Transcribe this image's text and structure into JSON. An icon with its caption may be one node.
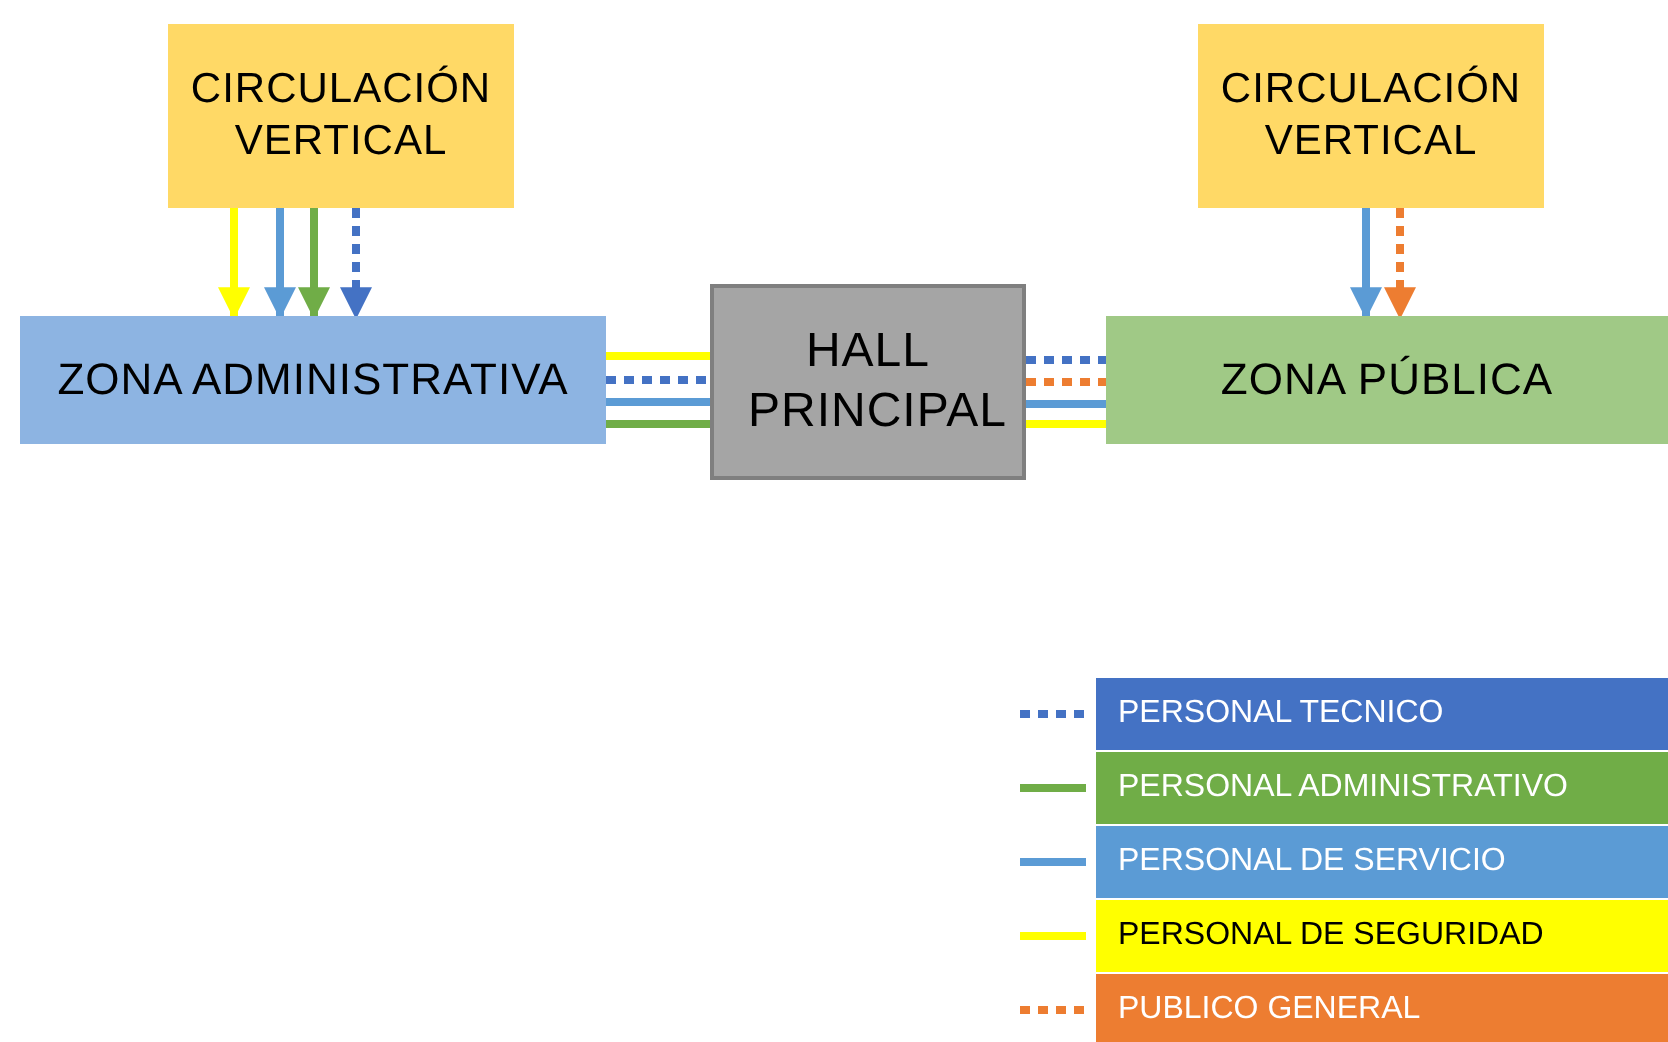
{
  "diagram": {
    "nodes": [
      {
        "text": [
          "CIRCULACIÓN VERTICAL"
        ]
      },
      {
        "text": [
          "ZONA ADMINISTRATIVA"
        ]
      },
      {
        "text": [
          "HALL PRINCIPAL"
        ]
      },
      {
        "text": [
          "CIRCULACIÓN VERTICAL"
        ]
      },
      {
        "text": [
          "ZONA PÚBLICA"
        ]
      }
    ],
    "edges": [
      {
        "from": 0,
        "to": 1,
        "arrow": "to",
        "color": "#ffff00"
      },
      {
        "from": 0,
        "to": 1,
        "arrow": "to",
        "color": "#5b9bd5"
      },
      {
        "from": 0,
        "to": 1,
        "arrow": "to",
        "color": "#70ad47"
      },
      {
        "from": 0,
        "to": 1,
        "arrow": "to",
        "color": "#4472c4",
        "style": "dashed"
      },
      {
        "from": 1,
        "to": 2,
        "arrow": "none",
        "color": "#ffff00"
      },
      {
        "from": 1,
        "to": 2,
        "arrow": "none",
        "color": "#4472c4",
        "style": "dashed"
      },
      {
        "from": 1,
        "to": 2,
        "arrow": "none",
        "color": "#5b9bd5"
      },
      {
        "from": 1,
        "to": 2,
        "arrow": "none",
        "color": "#70ad47"
      },
      {
        "from": 2,
        "to": 4,
        "arrow": "none",
        "color": "#4472c4",
        "style": "dashed"
      },
      {
        "from": 2,
        "to": 4,
        "arrow": "none",
        "color": "#ed7d31",
        "style": "dashed"
      },
      {
        "from": 2,
        "to": 4,
        "arrow": "none",
        "color": "#5b9bd5"
      },
      {
        "from": 2,
        "to": 4,
        "arrow": "none",
        "color": "#ffff00"
      },
      {
        "from": 3,
        "to": 4,
        "arrow": "to",
        "color": "#5b9bd5"
      },
      {
        "from": 3,
        "to": 4,
        "arrow": "to",
        "color": "#ed7d31",
        "style": "dashed"
      }
    ],
    "legend": [
      {
        "text": "PERSONAL TECNICO",
        "color": "#4472c4"
      },
      {
        "text": "PERSONAL ADMINISTRATIVO",
        "color": "#70ad47"
      },
      {
        "text": "PERSONAL DE SERVICIO",
        "color": "#5b9bd5"
      },
      {
        "text": "PERSONAL DE SEGURIDAD",
        "color": "#ffff00"
      },
      {
        "text": "PUBLICO GENERAL",
        "color": "#ed7d31"
      }
    ]
  }
}
